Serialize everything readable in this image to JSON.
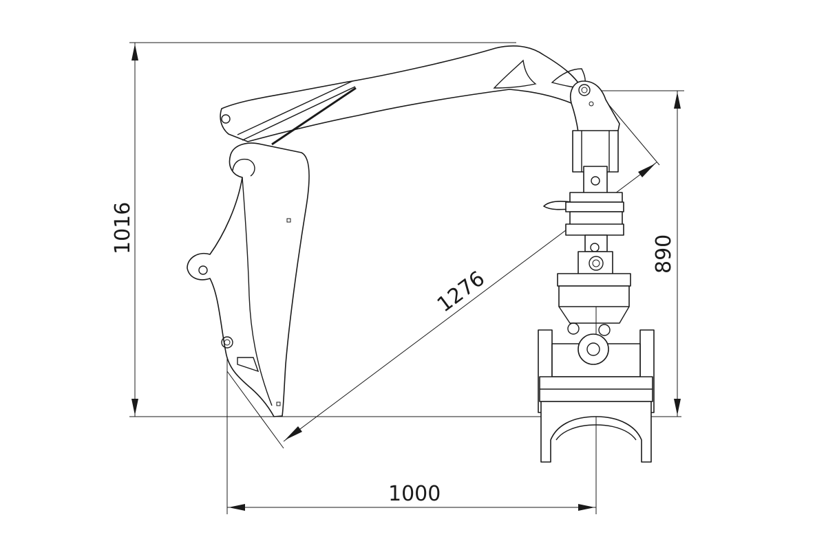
{
  "drawing": {
    "colors": {
      "line": "#1a1a1a",
      "background": "#ffffff"
    },
    "dimensions": {
      "height_total": "1016",
      "height_to_pivot": "890",
      "reach_diagonal": "1276",
      "horizontal_offset": "1000"
    }
  }
}
